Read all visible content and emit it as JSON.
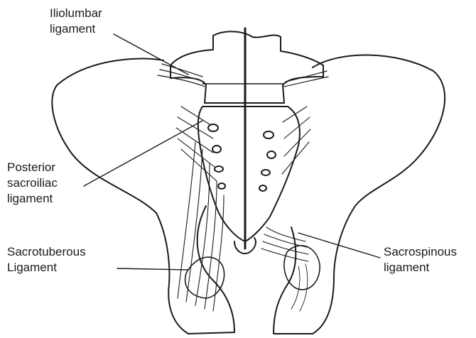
{
  "labels": {
    "iliolumbar": [
      "Iliolumbar",
      "ligament"
    ],
    "posterior_sacroiliac": [
      "Posterior",
      "sacroiliac",
      "ligament"
    ],
    "sacrotuberous": [
      "Sacrotuberous",
      "Ligament"
    ],
    "sacrospinous": [
      "Sacrospinous",
      "ligament"
    ]
  }
}
